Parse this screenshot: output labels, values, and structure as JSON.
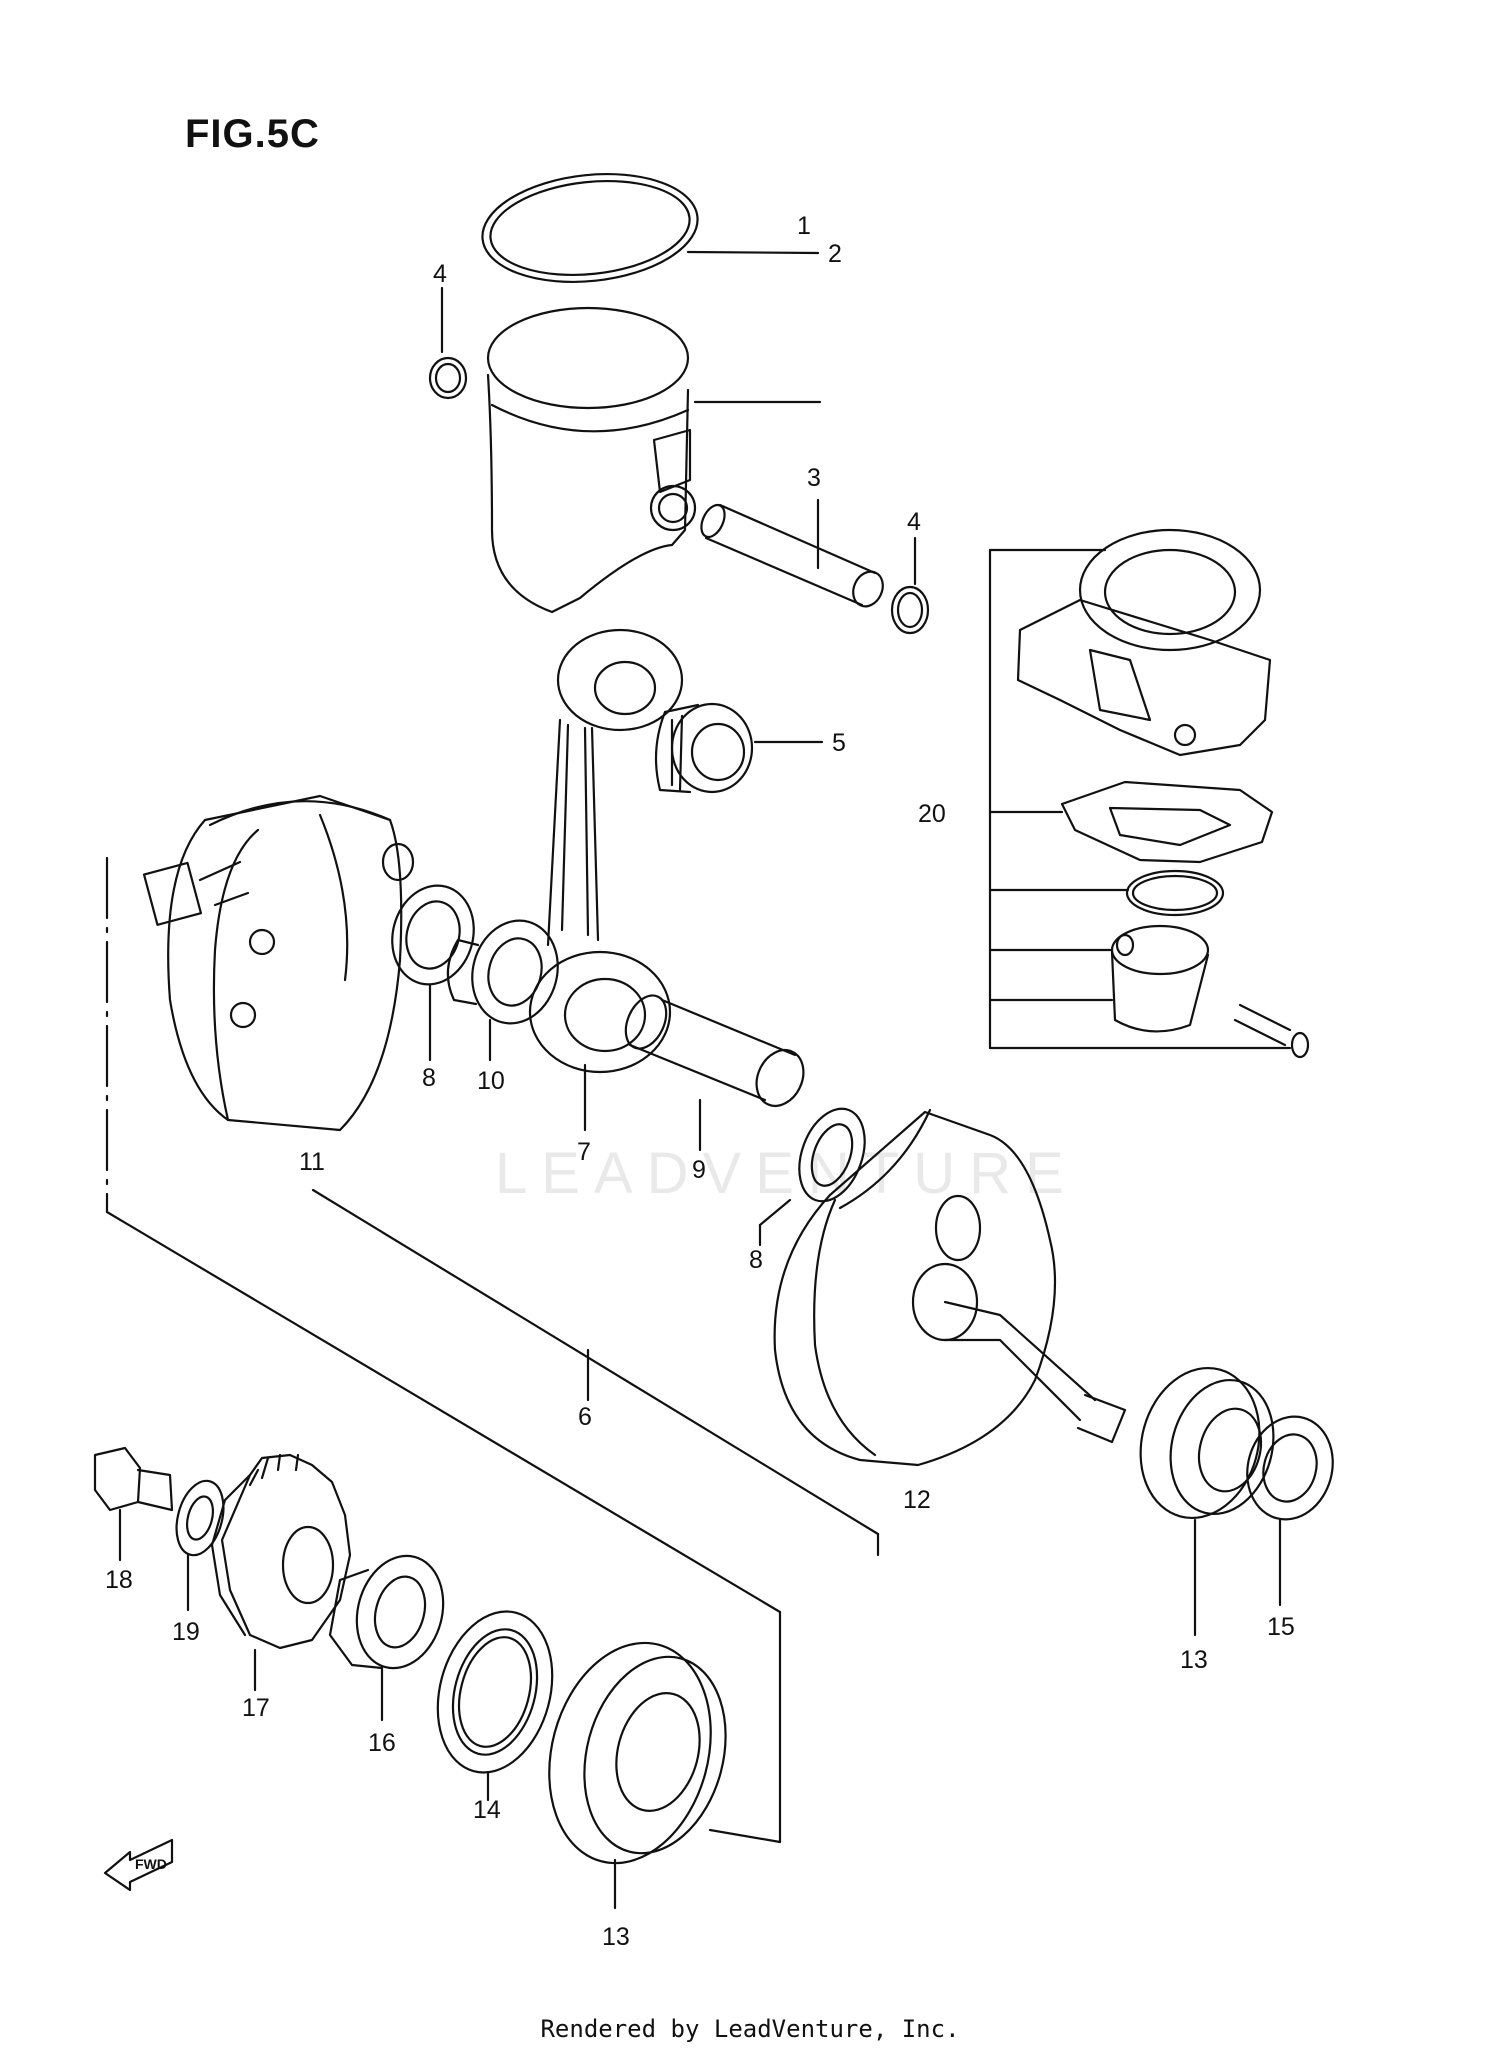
{
  "figure": {
    "title": "FIG.5C"
  },
  "callouts": [
    "1",
    "2",
    "3",
    "4",
    "4",
    "5",
    "6",
    "7",
    "8",
    "8",
    "9",
    "10",
    "11",
    "12",
    "13",
    "13",
    "14",
    "15",
    "16",
    "17",
    "18",
    "19",
    "20"
  ],
  "direction": {
    "label": "FWD"
  },
  "watermark": {
    "text": "LEADVENTURE"
  },
  "footer": {
    "text": "Rendered by LeadVenture, Inc."
  }
}
